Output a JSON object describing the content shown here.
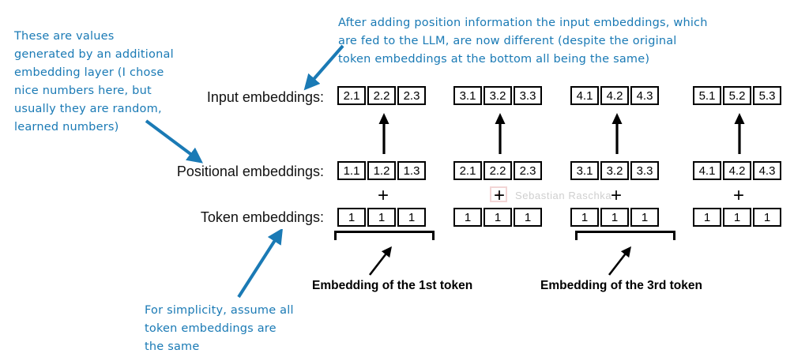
{
  "annotations": {
    "left_top": "These are values\ngenerated by an additional\nembedding layer (I chose\nnice numbers here, but\nusually they are random,\nlearned numbers)",
    "top_right": "After adding position information the input embeddings, which\nare fed to the LLM, are now different (despite the original\ntoken embeddings at the bottom all being the same)",
    "bottom_left": "For simplicity, assume all\ntoken embeddings are\nthe same"
  },
  "rows": {
    "input": {
      "label": "Input embeddings:",
      "groups": [
        [
          "2.1",
          "2.2",
          "2.3"
        ],
        [
          "3.1",
          "3.2",
          "3.3"
        ],
        [
          "4.1",
          "4.2",
          "4.3"
        ],
        [
          "5.1",
          "5.2",
          "5.3"
        ]
      ]
    },
    "positional": {
      "label": "Positional embeddings:",
      "groups": [
        [
          "1.1",
          "1.2",
          "1.3"
        ],
        [
          "2.1",
          "2.2",
          "2.3"
        ],
        [
          "3.1",
          "3.2",
          "3.3"
        ],
        [
          "4.1",
          "4.2",
          "4.3"
        ]
      ]
    },
    "token": {
      "label": "Token embeddings:",
      "groups": [
        [
          "1",
          "1",
          "1"
        ],
        [
          "1",
          "1",
          "1"
        ],
        [
          "1",
          "1",
          "1"
        ],
        [
          "1",
          "1",
          "1"
        ]
      ]
    }
  },
  "operators": {
    "plus": "+"
  },
  "captions": {
    "first_token": "Embedding of the 1st token",
    "third_token": "Embedding of the 3rd token"
  },
  "watermark": {
    "text": "Sebastian Raschka"
  },
  "colors": {
    "annotation_blue": "#1a7ab5",
    "arrow_blue": "#1a7ab5",
    "box_border": "#000000",
    "text_black": "#000000"
  }
}
